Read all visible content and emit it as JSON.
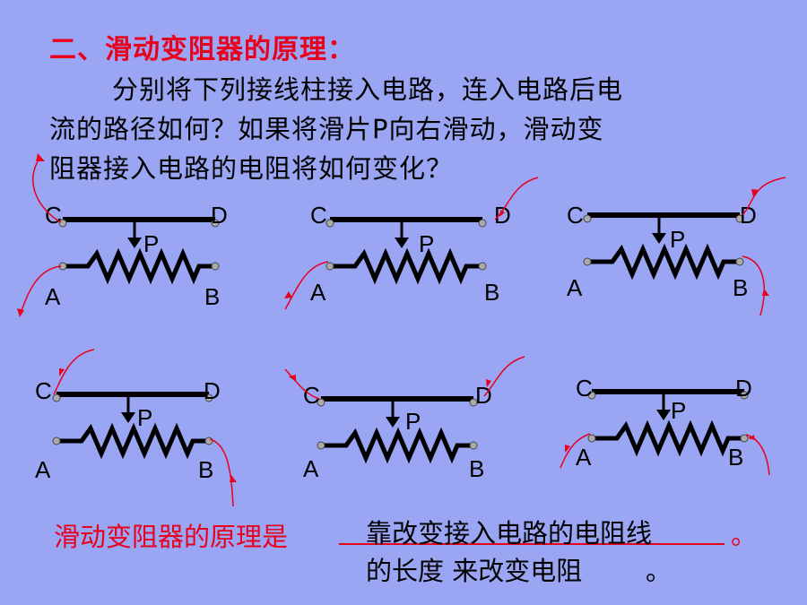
{
  "title": "二、滑动变阻器的原理：",
  "question": {
    "line1": "分别将下列接线柱接入电路，连入电路后电",
    "line2": "流的路径如何？如果将滑片P向右滑动，滑动变",
    "line3": "阻器接入电路的电阻将如何变化？"
  },
  "terminal_labels": {
    "c": "C",
    "d": "D",
    "a": "A",
    "b": "B",
    "p": "P"
  },
  "conclusion": {
    "label": "滑动变阻器的原理是",
    "answer_line1": "靠改变接入电路的电阻线",
    "answer_line2": "的长度 来改变电阻",
    "period": "。"
  },
  "colors": {
    "background": "#9AA6F4",
    "title": "#E8001C",
    "wire": "#E8001C",
    "text": "#000000"
  }
}
